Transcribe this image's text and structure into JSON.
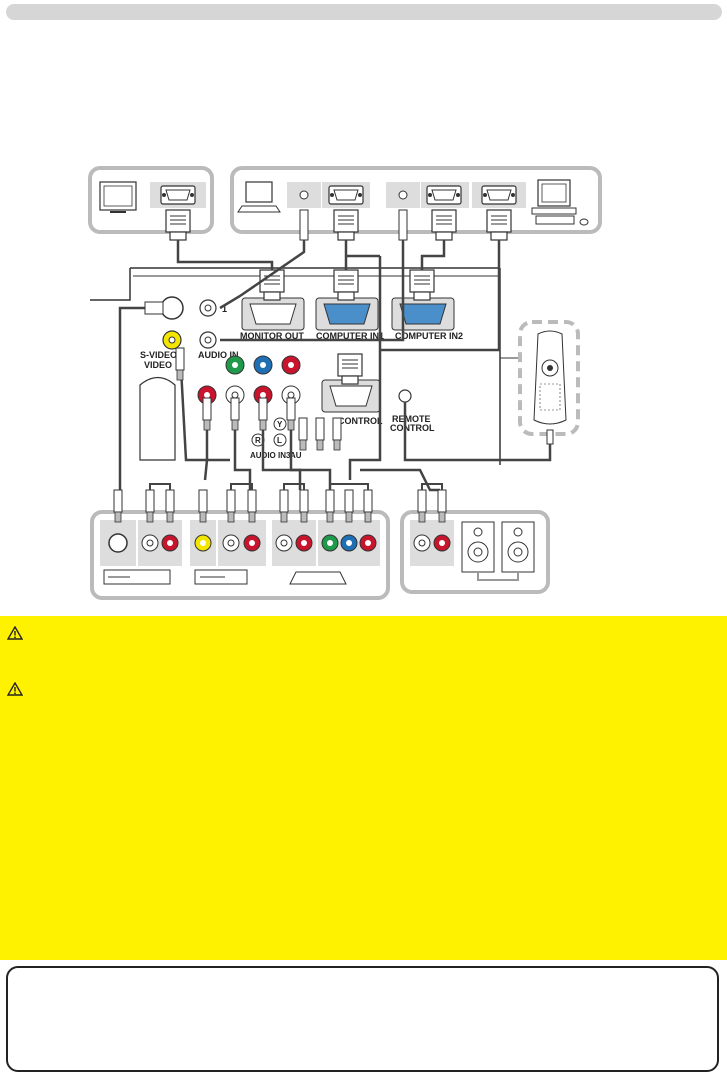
{
  "labels": {
    "monitor_out": "MONITOR OUT",
    "computer_in1": "COMPUTER IN1",
    "computer_in2": "COMPUTER IN2",
    "port_1": "1",
    "s_video": "S-VIDEO",
    "video": "VIDEO",
    "audio_in": "AUDIO IN",
    "control": "CONTROL",
    "remote_control_1": "REMOTE",
    "remote_control_2": "CONTROL",
    "audio_in3": "AUDIO IN3",
    "aud": "AU",
    "comp_y": "Y",
    "comp_l": "L",
    "comp_r": "R"
  },
  "colors": {
    "header_gray": "#d6d6d6",
    "caution_yellow": "#fff200",
    "port_blue": "#4a8fc9",
    "jack_red": "#c8142c",
    "jack_green": "#1e9a4a",
    "jack_blue": "#1f6fb5",
    "jack_yellow": "#f2e600",
    "jack_white": "#ffffff",
    "cable_gray": "#444444"
  },
  "icons": {
    "caution_1": "warning-triangle-icon",
    "caution_2": "warning-triangle-icon"
  }
}
